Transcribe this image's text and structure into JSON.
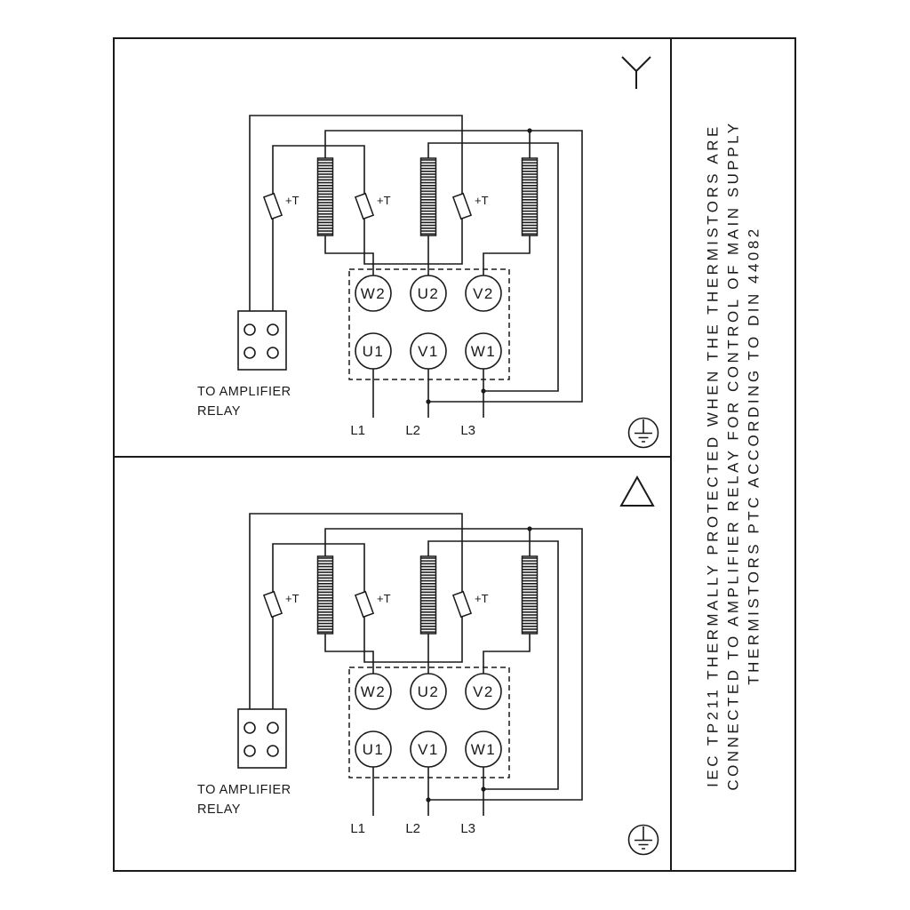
{
  "sidebar": {
    "lines": [
      "IEC TP211 THERMALLY PROTECTED WHEN THE THERMISTORS ARE",
      "CONNECTED TO AMPLIFIER RELAY FOR CONTROL OF MAIN SUPPLY",
      "THERMISTORS PTC ACCORDING TO DIN 44082"
    ]
  },
  "panels": {
    "star": {
      "connection_symbol": "star",
      "thermistor_labels": [
        "+T",
        "+T",
        "+T"
      ],
      "terminals_top": [
        "W2",
        "U2",
        "V2"
      ],
      "terminals_bottom": [
        "U1",
        "V1",
        "W1"
      ],
      "relay_caption": [
        "TO AMPLIFIER",
        "RELAY"
      ],
      "mains_labels": [
        "L1",
        "L2",
        "L3"
      ]
    },
    "delta": {
      "connection_symbol": "delta",
      "thermistor_labels": [
        "+T",
        "+T",
        "+T"
      ],
      "terminals_top": [
        "W2",
        "U2",
        "V2"
      ],
      "terminals_bottom": [
        "U1",
        "V1",
        "W1"
      ],
      "relay_caption": [
        "TO AMPLIFIER",
        "RELAY"
      ],
      "mains_labels": [
        "L1",
        "L2",
        "L3"
      ]
    }
  },
  "colors": {
    "line": "#1a1a1a",
    "background": "#ffffff"
  }
}
